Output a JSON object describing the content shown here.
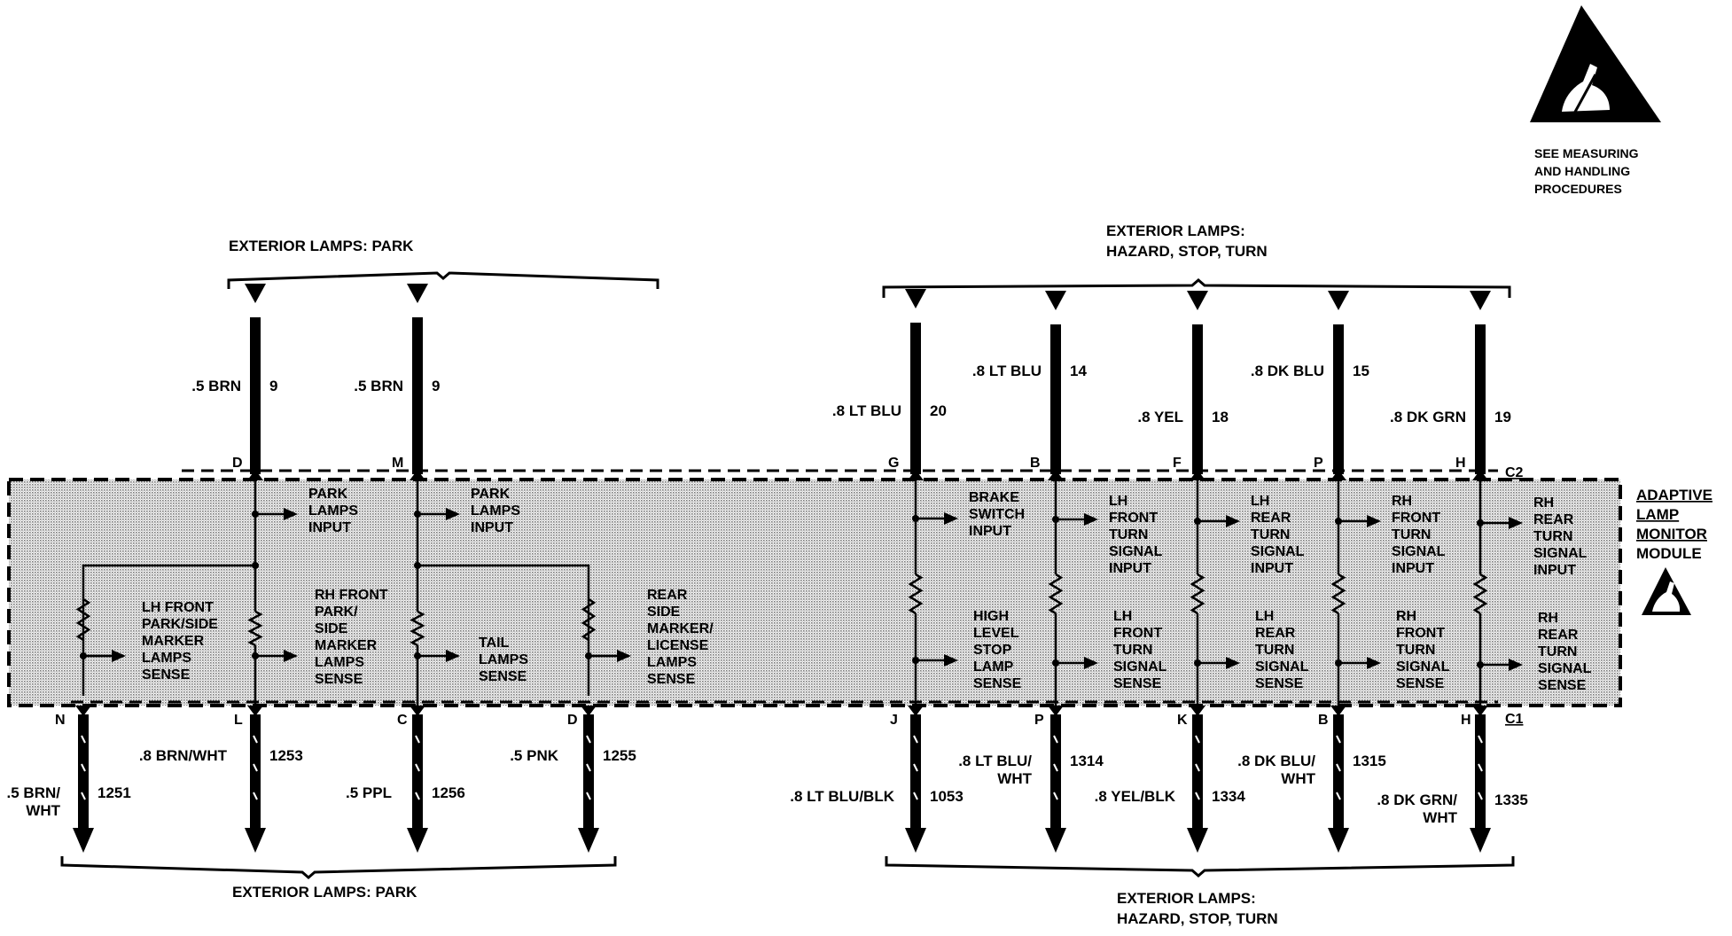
{
  "esd_notice": [
    "SEE MEASURING",
    "AND HANDLING",
    "PROCEDURES"
  ],
  "module_name": [
    "ADAPTIVE",
    "LAMP",
    "MONITOR",
    "MODULE"
  ],
  "connectors": {
    "c2": "C2",
    "c1": "C1"
  },
  "top_groups": {
    "park": "EXTERIOR LAMPS: PARK",
    "hazard": [
      "EXTERIOR LAMPS:",
      "HAZARD, STOP, TURN"
    ]
  },
  "bottom_groups": {
    "park": "EXTERIOR LAMPS: PARK",
    "hazard": [
      "EXTERIOR LAMPS:",
      "HAZARD, STOP, TURN"
    ]
  },
  "top_wires": [
    {
      "pin": "D",
      "wire": ".5 BRN",
      "circuit": "9"
    },
    {
      "pin": "M",
      "wire": ".5 BRN",
      "circuit": "9"
    },
    {
      "pin": "G",
      "wire": ".8 LT BLU",
      "circuit": "20"
    },
    {
      "pin": "B",
      "wire": ".8 LT BLU",
      "circuit": "14"
    },
    {
      "pin": "F",
      "wire": ".8 YEL",
      "circuit": "18"
    },
    {
      "pin": "P",
      "wire": ".8 DK BLU",
      "circuit": "15"
    },
    {
      "pin": "H",
      "wire": ".8 DK GRN",
      "circuit": "19"
    }
  ],
  "bottom_wires": [
    {
      "pin": "N",
      "wire": [
        ".5 BRN/",
        "WHT"
      ],
      "circuit": "1251"
    },
    {
      "pin": "L",
      "wire": [
        ".8 BRN/WHT"
      ],
      "circuit": "1253"
    },
    {
      "pin": "C",
      "wire": [
        ".5 PPL"
      ],
      "circuit": "1256"
    },
    {
      "pin": "D",
      "wire": [
        ".5 PNK"
      ],
      "circuit": "1255"
    },
    {
      "pin": "J",
      "wire": [
        ".8 LT BLU/BLK"
      ],
      "circuit": "1053"
    },
    {
      "pin": "P",
      "wire": [
        ".8 LT BLU/",
        "WHT"
      ],
      "circuit": "1314"
    },
    {
      "pin": "K",
      "wire": [
        ".8 YEL/BLK"
      ],
      "circuit": "1334"
    },
    {
      "pin": "B",
      "wire": [
        ".8 DK BLU/",
        "WHT"
      ],
      "circuit": "1315"
    },
    {
      "pin": "H",
      "wire": [
        ".8 DK GRN/",
        "WHT"
      ],
      "circuit": "1335"
    }
  ],
  "inputs": [
    [
      "PARK",
      "LAMPS",
      "INPUT"
    ],
    [
      "PARK",
      "LAMPS",
      "INPUT"
    ],
    [
      "BRAKE",
      "SWITCH",
      "INPUT"
    ],
    [
      "LH",
      "FRONT",
      "TURN",
      "SIGNAL",
      "INPUT"
    ],
    [
      "LH",
      "REAR",
      "TURN",
      "SIGNAL",
      "INPUT"
    ],
    [
      "RH",
      "FRONT",
      "TURN",
      "SIGNAL",
      "INPUT"
    ],
    [
      "RH",
      "REAR",
      "TURN",
      "SIGNAL",
      "INPUT"
    ]
  ],
  "senses": [
    [
      "LH FRONT",
      "PARK/SIDE",
      "MARKER",
      "LAMPS",
      "SENSE"
    ],
    [
      "RH FRONT",
      "PARK/",
      "SIDE",
      "MARKER",
      "LAMPS",
      "SENSE"
    ],
    [
      "TAIL",
      "LAMPS",
      "SENSE"
    ],
    [
      "REAR",
      "SIDE",
      "MARKER/",
      "LICENSE",
      "LAMPS",
      "SENSE"
    ],
    [
      "HIGH",
      "LEVEL",
      "STOP",
      "LAMP",
      "SENSE"
    ],
    [
      "LH",
      "FRONT",
      "TURN",
      "SIGNAL",
      "SENSE"
    ],
    [
      "LH",
      "REAR",
      "TURN",
      "SIGNAL",
      "SENSE"
    ],
    [
      "RH",
      "FRONT",
      "TURN",
      "SIGNAL",
      "SENSE"
    ],
    [
      "RH",
      "REAR",
      "TURN",
      "SIGNAL",
      "SENSE"
    ]
  ]
}
